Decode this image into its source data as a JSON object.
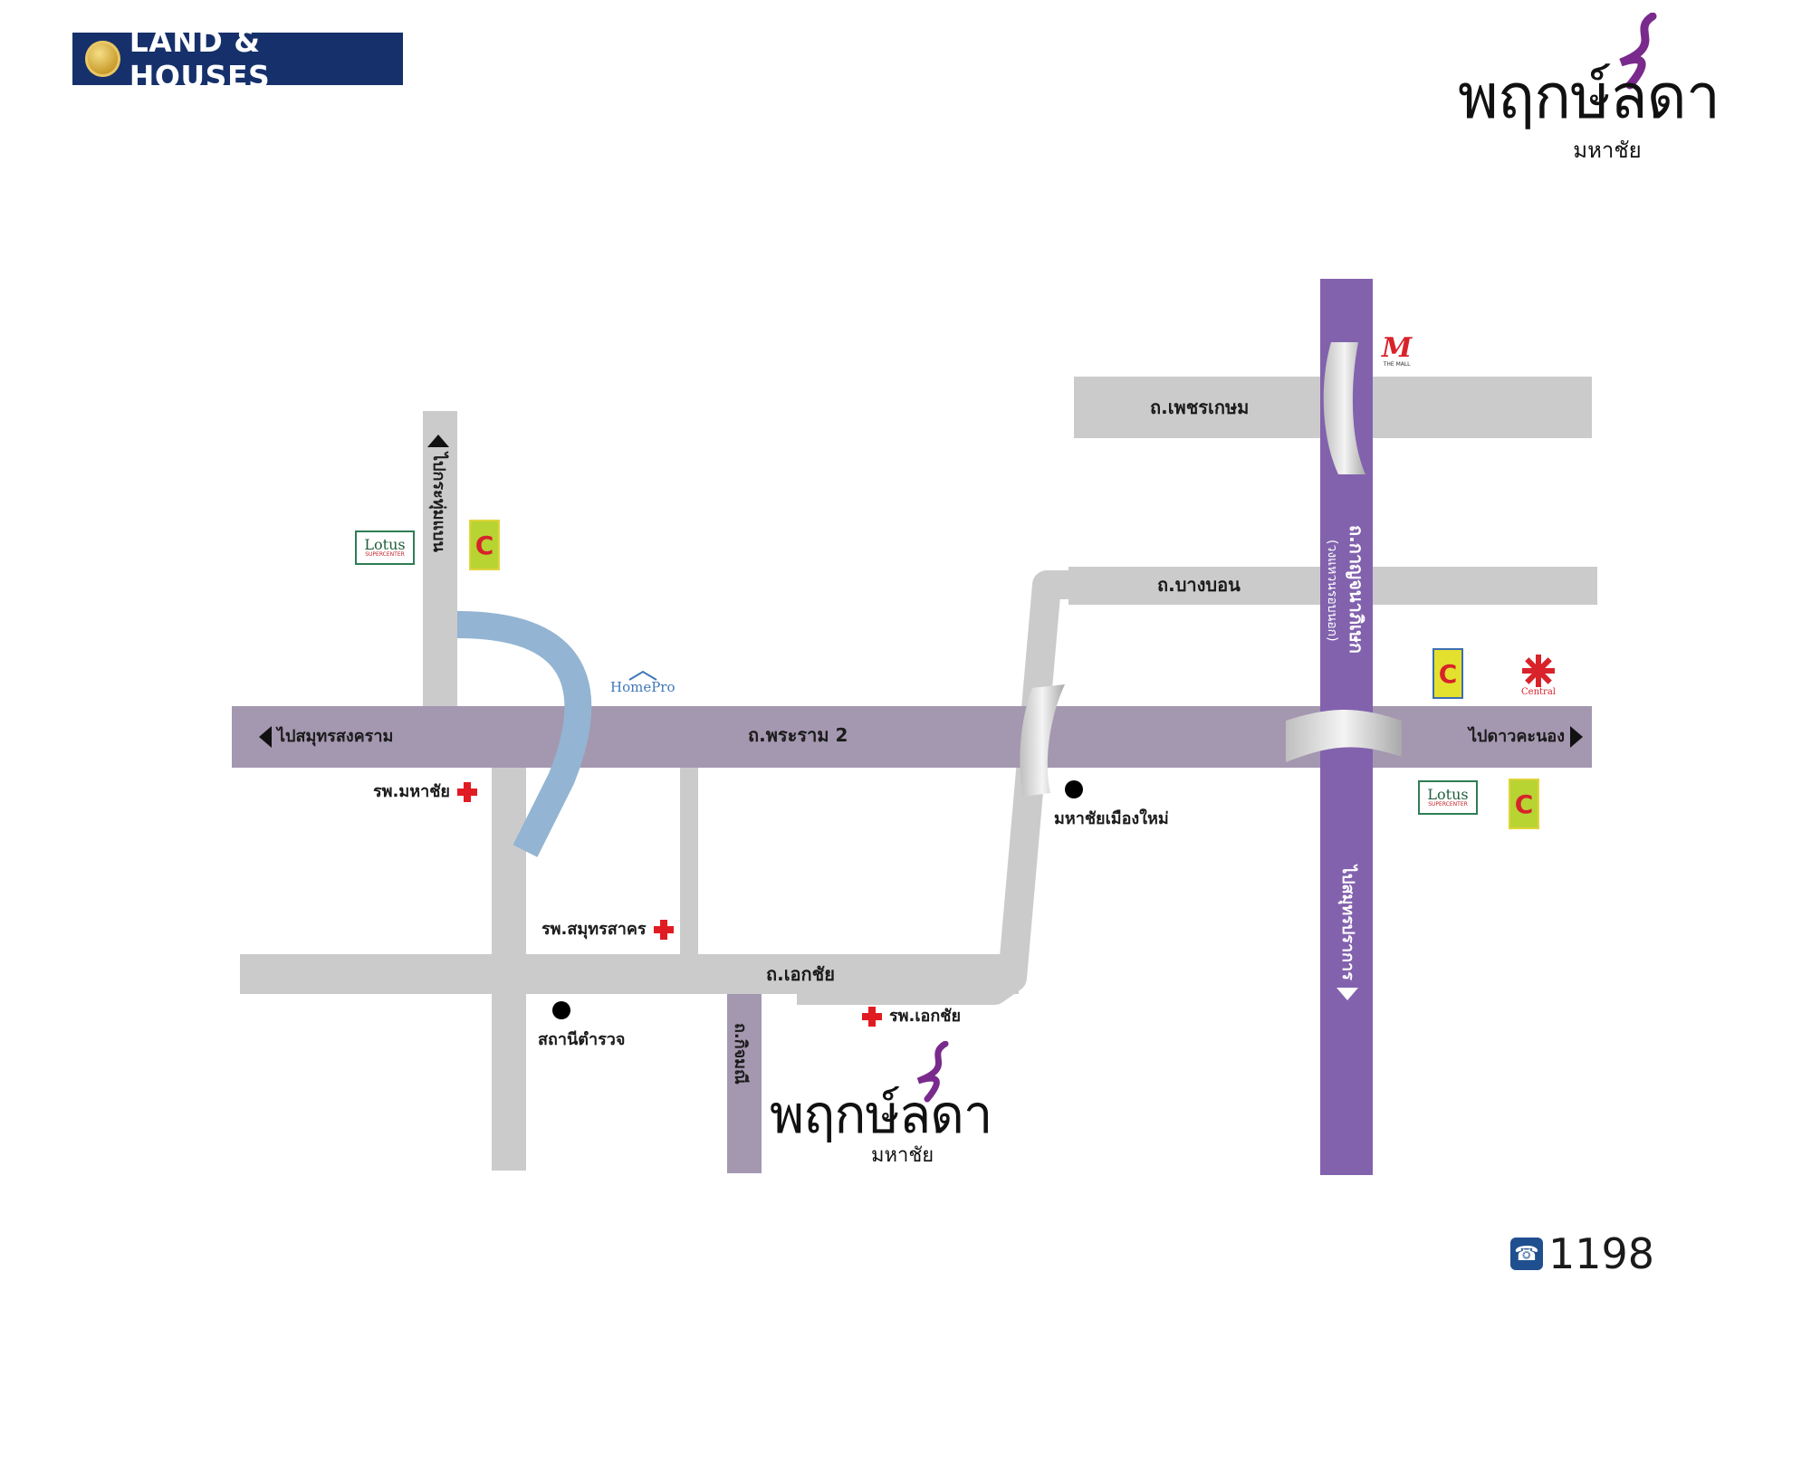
{
  "header": {
    "developer_logo_text": "LAND & HOUSES",
    "brand_name": "พฤกษ์ลดา",
    "brand_location": "มหาชัย"
  },
  "roads": {
    "rama2": "ถ.พระราม 2",
    "phetkasem": "ถ.เพชรเกษม",
    "bangbon": "ถ.บางบอน",
    "ekachai": "ถ.เอกชัย",
    "kanchanaphisek": "ถ.กาญจนาภิเษก",
    "kanchanaphisek_sub": "(วงแหวนรอบนอก)",
    "side_road": "ถ.กิจมณี"
  },
  "directions": {
    "to_samut_songkhram": "ไปสมุทรสงคราม",
    "to_dao_khanong": "ไปดาวคะนอง",
    "to_krathum_baen": "ไปกระทุ่มแบน",
    "to_samut_prakan": "ไปสมุทรปราการ"
  },
  "places": {
    "mahachai_hospital": "รพ.มหาชัย",
    "samut_sakhon_hospital": "รพ.สมุทรสาคร",
    "ekachai_hospital": "รพ.เอกชัย",
    "police_station": "สถานีตำรวจ",
    "mahachai_muang_mai": "มหาชัยเมืองใหม่"
  },
  "shops": {
    "lotus": "Lotus",
    "lotus_sub": "SUPERCENTER",
    "bigc": "C",
    "homepro": "HomePro",
    "the_mall": "THE MALL",
    "central": "Central"
  },
  "contact": {
    "phone": "1198"
  },
  "colors": {
    "minor_road": "#cbcbcc",
    "rama2_road": "#a497b0",
    "ring_road": "#8262ad",
    "canal": "#93b4d2",
    "hospital_cross": "#e11b22",
    "developer_logo_bg": "#16306b",
    "brand_swirl": "#7a2a8c"
  }
}
